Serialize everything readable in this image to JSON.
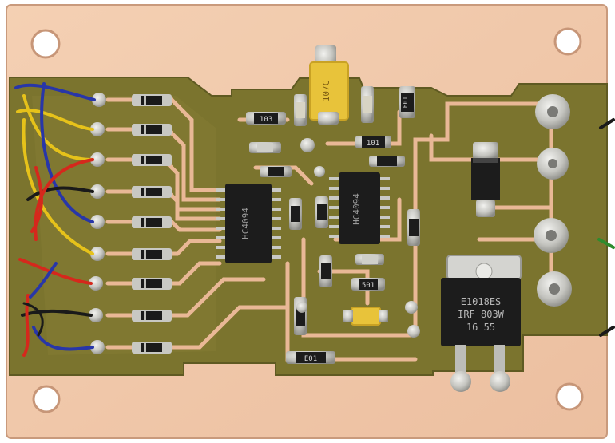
{
  "image": {
    "subject": "printed-circuit-board",
    "colors": {
      "background": "#ffffff",
      "copper": "#f0c7a6",
      "copper_edge": "#d9a98a",
      "solder_mask": "#7b742e",
      "solder_mask_dark": "#5f5a22",
      "solder": "#c9c9c4",
      "ic_body": "#1c1c1c",
      "tantalum": "#e8c33a",
      "wire_blue": "#2836a8",
      "wire_yellow": "#e6c21a",
      "wire_red": "#d5281c",
      "wire_black": "#1a1a1a"
    }
  },
  "markings": {
    "ic_left": "HC4094",
    "ic_middle": "HC4094",
    "capacitor_top": "107C",
    "regulator_line1": "E1018ES",
    "regulator_line2": "IRF 803W",
    "regulator_line3": "16 55",
    "resistor_103": "103",
    "resistor_101": "101",
    "resistor_e01": "E01",
    "resistor_501": "501"
  }
}
